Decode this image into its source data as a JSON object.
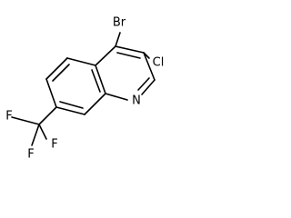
{
  "molecule": {
    "atoms": {
      "br": "Br",
      "cl": "Cl",
      "n": "N",
      "f1": "F",
      "f2": "F",
      "f3": "F"
    }
  }
}
